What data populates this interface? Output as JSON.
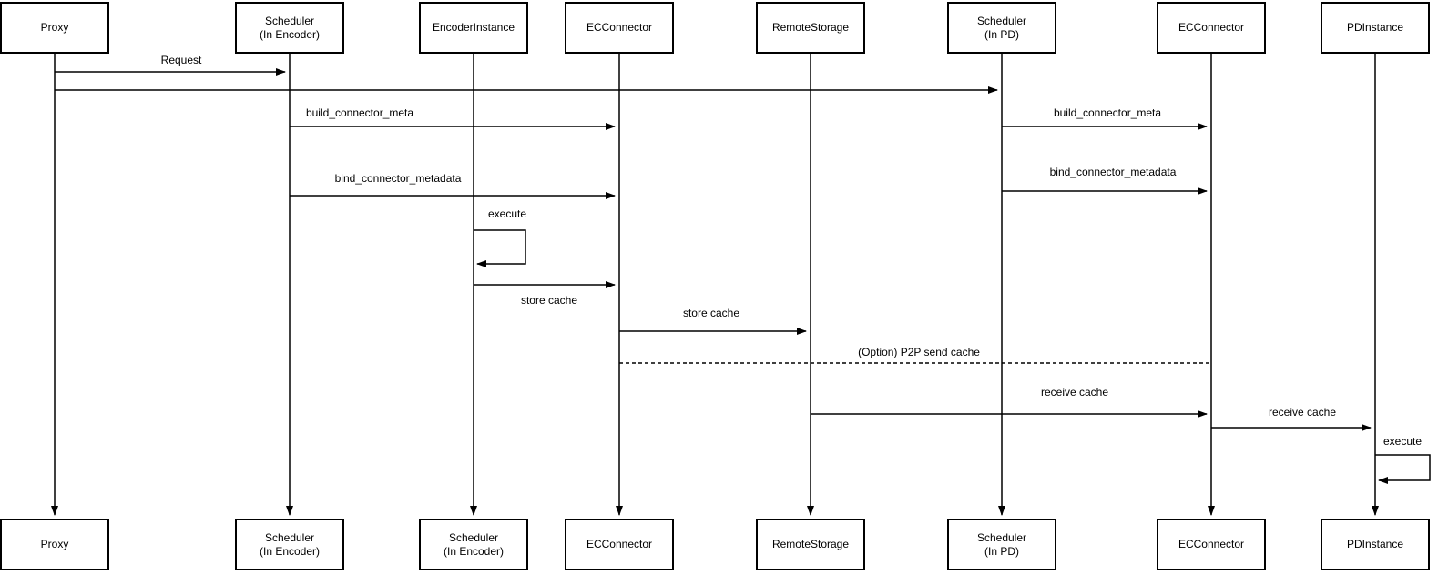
{
  "diagram": {
    "type": "sequence-diagram",
    "colors": {
      "background": "#ffffff",
      "box_fill": "#ffffff",
      "stroke": "#000000",
      "text": "#000000"
    },
    "actors": [
      {
        "id": "proxy",
        "top": [
          "Proxy"
        ],
        "bottom": [
          "Proxy"
        ]
      },
      {
        "id": "scheduler-encoder",
        "top": [
          "Scheduler",
          "(In Encoder)"
        ],
        "bottom": [
          "Scheduler",
          "(In Encoder)"
        ]
      },
      {
        "id": "encoder-instance",
        "top": [
          "EncoderInstance"
        ],
        "bottom": [
          "Scheduler",
          "(In Encoder)"
        ]
      },
      {
        "id": "ec-connector-enc",
        "top": [
          "ECConnector"
        ],
        "bottom": [
          "ECConnector"
        ]
      },
      {
        "id": "remote-storage",
        "top": [
          "RemoteStorage"
        ],
        "bottom": [
          "RemoteStorage"
        ]
      },
      {
        "id": "scheduler-pd",
        "top": [
          "Scheduler",
          "(In PD)"
        ],
        "bottom": [
          "Scheduler",
          "(In PD)"
        ]
      },
      {
        "id": "ec-connector-pd",
        "top": [
          "ECConnector"
        ],
        "bottom": [
          "ECConnector"
        ]
      },
      {
        "id": "pd-instance",
        "top": [
          "PDInstance"
        ],
        "bottom": [
          "PDInstance"
        ]
      }
    ],
    "messages": [
      {
        "label": "Request",
        "from": "Proxy",
        "to": "Scheduler (In Encoder)",
        "style": "solid"
      },
      {
        "label": "",
        "from": "Proxy",
        "to": "Scheduler (In PD)",
        "style": "solid"
      },
      {
        "label": "build_connector_meta",
        "from": "Scheduler (In Encoder)",
        "to": "ECConnector",
        "style": "solid"
      },
      {
        "label": "build_connector_meta",
        "from": "Scheduler (In PD)",
        "to": "ECConnector",
        "style": "solid"
      },
      {
        "label": "bind_connector_metadata",
        "from": "Scheduler (In Encoder)",
        "to": "ECConnector",
        "style": "solid"
      },
      {
        "label": "bind_connector_metadata",
        "from": "Scheduler (In PD)",
        "to": "ECConnector",
        "style": "solid"
      },
      {
        "label": "execute",
        "from": "EncoderInstance",
        "to": "EncoderInstance",
        "style": "self-loop"
      },
      {
        "label": "store cache",
        "from": "EncoderInstance",
        "to": "ECConnector",
        "style": "solid"
      },
      {
        "label": "store cache",
        "from": "ECConnector",
        "to": "RemoteStorage",
        "style": "solid"
      },
      {
        "label": "(Option) P2P send cache",
        "from": "ECConnector",
        "to": "ECConnector (PD side)",
        "style": "dashed"
      },
      {
        "label": "receive cache",
        "from": "RemoteStorage",
        "to": "ECConnector (PD side)",
        "style": "solid"
      },
      {
        "label": "receive cache",
        "from": "ECConnector (PD side)",
        "to": "PDInstance",
        "style": "solid"
      },
      {
        "label": "execute",
        "from": "PDInstance",
        "to": "PDInstance",
        "style": "self-loop"
      }
    ]
  }
}
